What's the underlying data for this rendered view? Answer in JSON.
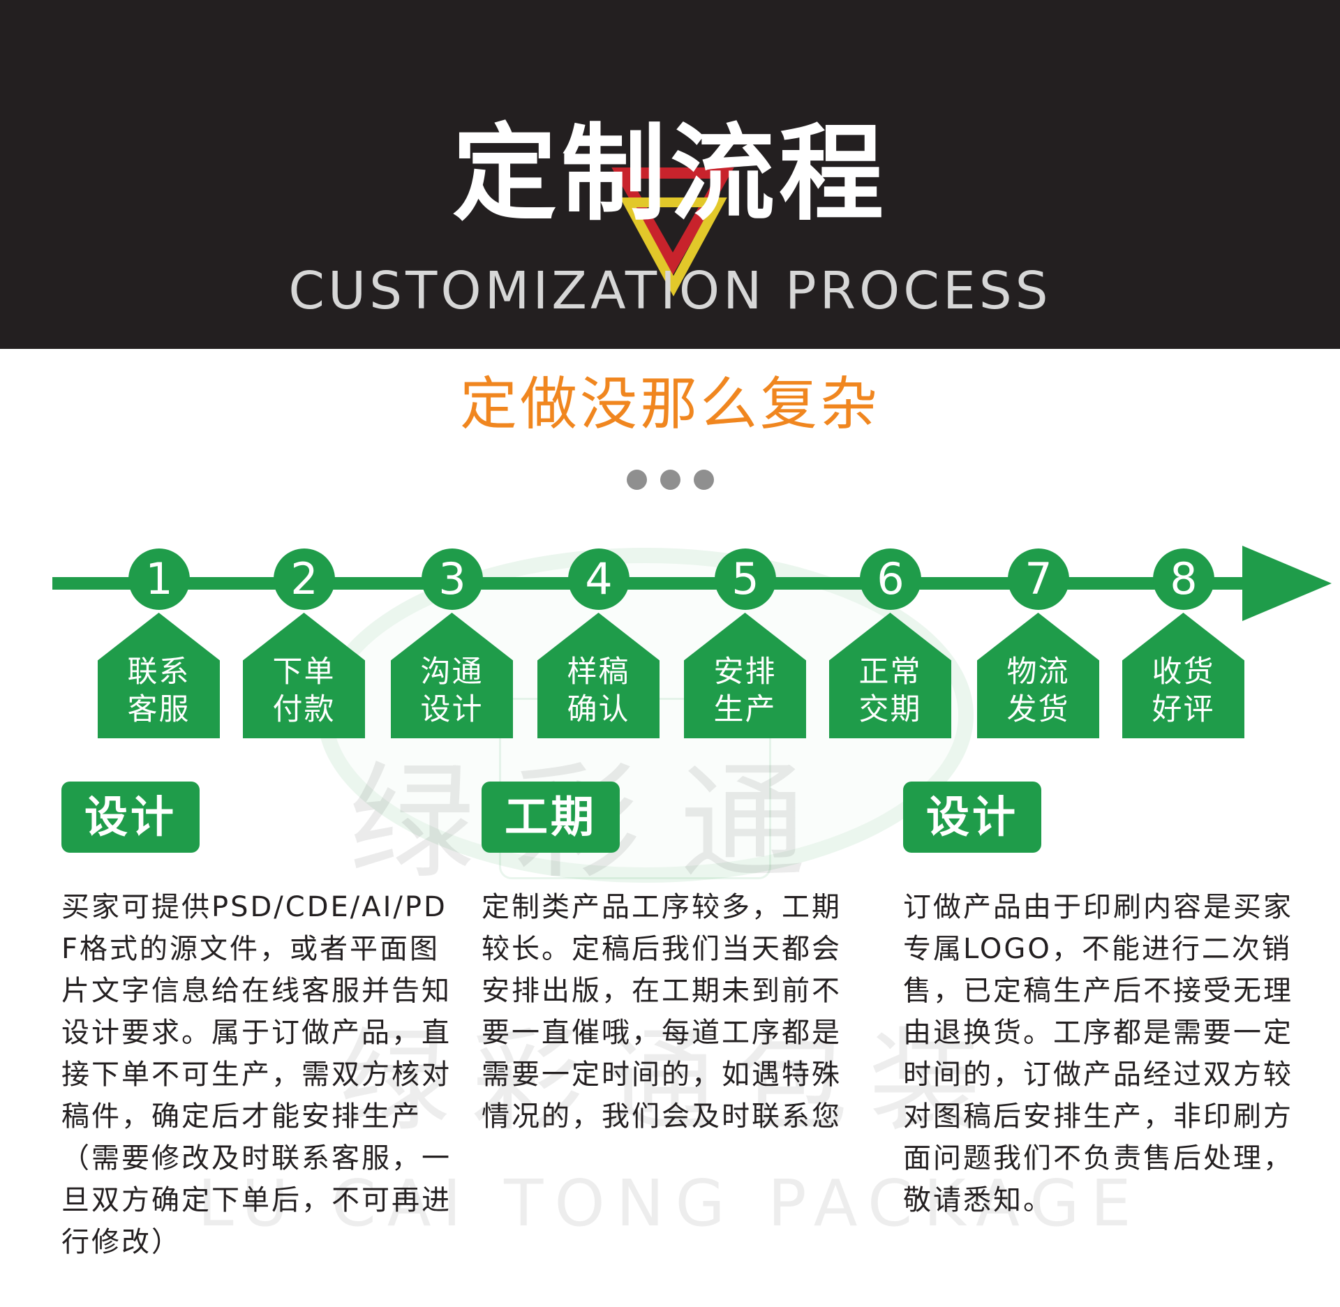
{
  "header": {
    "title": "定制流程",
    "subtitle": "CUSTOMIZATION PROCESS"
  },
  "slogan": "定做没那么复杂",
  "colors": {
    "header_bg": "#231f20",
    "accent_green": "#1f9c4a",
    "slogan_orange": "#f0861f",
    "triangle_red": "#c8232c",
    "triangle_yellow": "#e2c82a"
  },
  "steps": [
    {
      "number": "1",
      "line1": "联系",
      "line2": "客服"
    },
    {
      "number": "2",
      "line1": "下单",
      "line2": "付款"
    },
    {
      "number": "3",
      "line1": "沟通",
      "line2": "设计"
    },
    {
      "number": "4",
      "line1": "样稿",
      "line2": "确认"
    },
    {
      "number": "5",
      "line1": "安排",
      "line2": "生产"
    },
    {
      "number": "6",
      "line1": "正常",
      "line2": "交期"
    },
    {
      "number": "7",
      "line1": "物流",
      "line2": "发货"
    },
    {
      "number": "8",
      "line1": "收货",
      "line2": "好评"
    }
  ],
  "columns": [
    {
      "tag": "设计",
      "text": "买家可提供PSD/CDE/AI/PDF格式的源文件，或者平面图片文字信息给在线客服并告知设计要求。属于订做产品，直接下单不可生产，需双方核对稿件，确定后才能安排生产（需要修改及时联系客服，一旦双方确定下单后，不可再进行修改）"
    },
    {
      "tag": "工期",
      "text": "定制类产品工序较多，工期较长。定稿后我们当天都会安排出版，在工期未到前不要一直催哦，每道工序都是需要一定时间的，如遇特殊情况的，我们会及时联系您"
    },
    {
      "tag": "设计",
      "text": "订做产品由于印刷内容是买家专属LOGO，不能进行二次销售，已定稿生产后不接受无理由退换货。工序都是需要一定时间的，订做产品经过双方较对图稿后安排生产，非印刷方面问题我们不负责售后处理，敬请悉知。"
    }
  ],
  "watermark": {
    "brand_cn": "绿彩通包装",
    "brand_en": "LU CAI TONG PACKAGE",
    "logo_chars": "绿 彩 通"
  }
}
